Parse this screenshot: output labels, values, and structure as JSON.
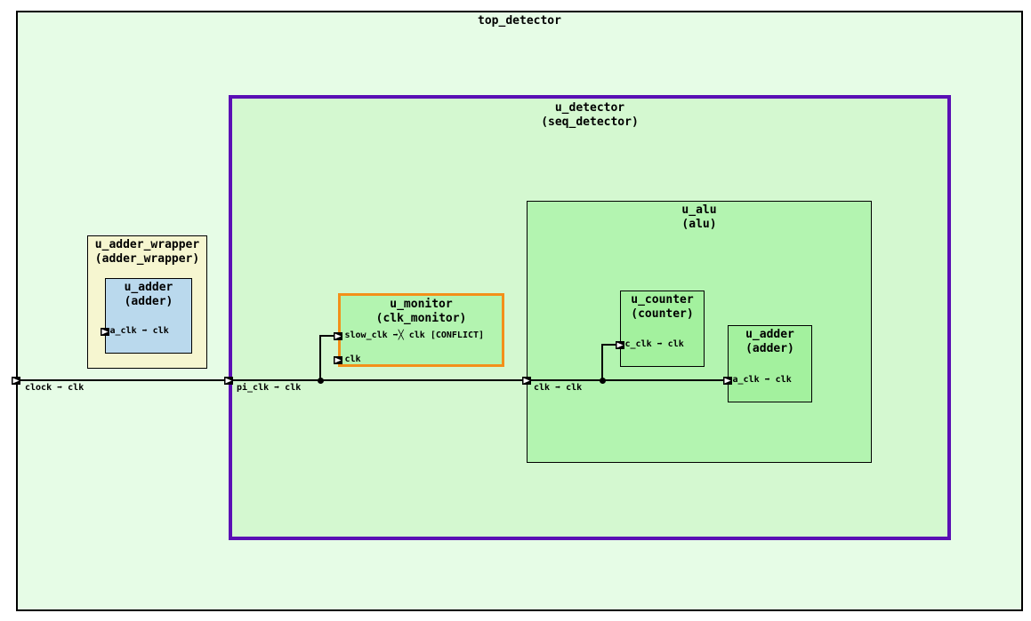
{
  "colors": {
    "top-fill": "#e6fce6",
    "detector-fill": "#d4f8d0",
    "mid-fill": "#b3f4b0",
    "leaf-fill": "#a3f19e",
    "wrapper-fill": "#f6f6d0",
    "adder-fill": "#bad9ed",
    "detector-border": "#5a0fb4",
    "conflict-border": "#f39019",
    "line": "#000000"
  },
  "top": {
    "title": "top_detector"
  },
  "detector": {
    "title": "u_detector",
    "subtitle": "(seq_detector)"
  },
  "adder_wrapper": {
    "title": "u_adder_wrapper",
    "subtitle": "(adder_wrapper)",
    "adder": {
      "title": "u_adder",
      "subtitle": "(adder)",
      "port": "a_clk ➡ clk"
    }
  },
  "monitor": {
    "title": "u_monitor",
    "subtitle": "(clk_monitor)",
    "port_slow_clk": "slow_clk ➡╳ clk [CONFLICT]",
    "port_clk": "clk"
  },
  "alu": {
    "title": "u_alu",
    "subtitle": "(alu)",
    "counter": {
      "title": "u_counter",
      "subtitle": "(counter)",
      "port": "c_clk ➡ clk"
    },
    "adder": {
      "title": "u_adder",
      "subtitle": "(adder)",
      "port": "a_clk ➡ clk"
    }
  },
  "wires": {
    "clock_label": "clock ➡ clk",
    "pi_clk_label": "pi_clk ➡ clk",
    "clk_label": "clk ➡ clk"
  }
}
